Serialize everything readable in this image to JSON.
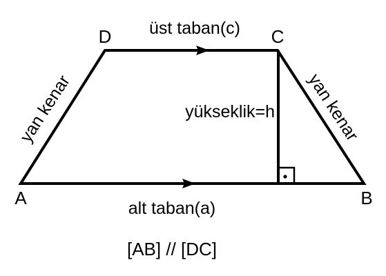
{
  "diagram": {
    "vertices": {
      "a": "A",
      "b": "B",
      "c": "C",
      "d": "D"
    },
    "labels": {
      "top_base": "üst taban(c)",
      "bottom_base": "alt taban(a)",
      "height": "yükseklik=h",
      "left_leg": "yan kenar",
      "right_leg": "yan kenar",
      "parallel_note": "[AB] // [DC]"
    },
    "colors": {
      "stroke": "#000000",
      "background": "#ffffff"
    }
  }
}
